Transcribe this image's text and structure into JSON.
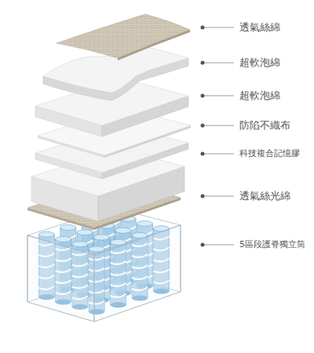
{
  "diagram": {
    "labels": [
      "透氣絲綿",
      "超軟泡綿",
      "超軟泡綿",
      "防陷不織布",
      "科技複合記憶膠",
      "透氣絲光綿",
      "5區段護脊獨立筒"
    ]
  }
}
